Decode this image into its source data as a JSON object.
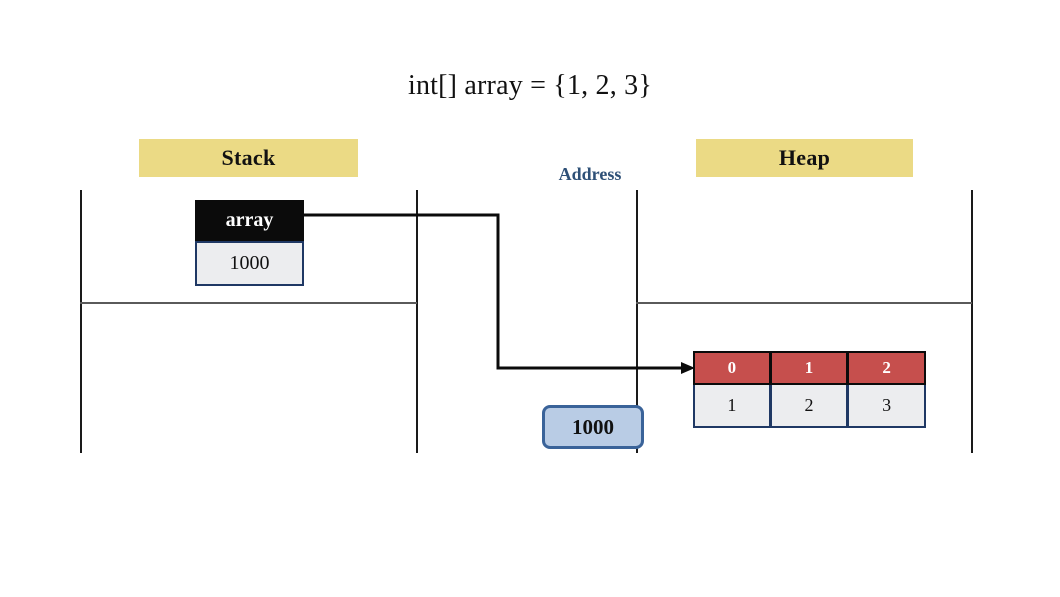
{
  "title": "int[] array = {1, 2, 3}",
  "sections": {
    "stack_label": "Stack",
    "heap_label": "Heap",
    "address_label": "Address"
  },
  "stack": {
    "variable": {
      "name": "array",
      "value": "1000"
    }
  },
  "address": {
    "badge_value": "1000"
  },
  "heap": {
    "array": {
      "indices": [
        "0",
        "1",
        "2"
      ],
      "values": [
        "1",
        "2",
        "3"
      ]
    }
  },
  "colors": {
    "banner_yellow": "#EBDA85",
    "index_red": "#C64F4D",
    "cell_gray": "#ECEDEF",
    "border_navy": "#1F3864",
    "header_black": "#0B0B0B",
    "address_text_blue": "#2E5077",
    "badge_fill_blue": "#B9CCE5",
    "badge_border_blue": "#3A6399"
  }
}
